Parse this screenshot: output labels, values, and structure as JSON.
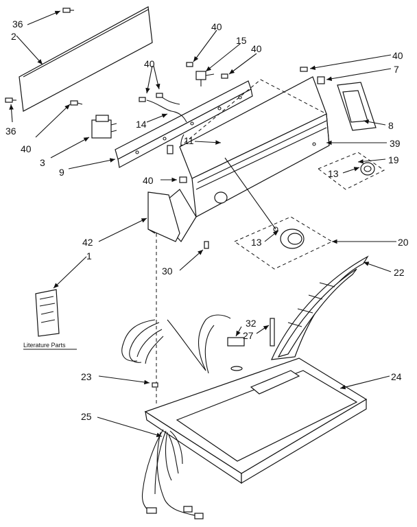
{
  "labels": {
    "l36a": "36",
    "l2": "2",
    "l36b": "36",
    "l40a": "40",
    "l3": "3",
    "l9": "9",
    "l40b": "40",
    "l14": "14",
    "l40c": "40",
    "l15": "15",
    "l40d": "40",
    "l11": "11",
    "l40e": "40",
    "l7": "7",
    "l8": "8",
    "l39": "39",
    "l19": "19",
    "l13a": "13",
    "l40f": "40",
    "l42": "42",
    "l1": "1",
    "l13b": "13",
    "l20": "20",
    "l30": "30",
    "l22": "22",
    "l32": "32",
    "l27": "27",
    "l23": "23",
    "l24": "24",
    "l25": "25"
  },
  "literature": "Literature Parts"
}
